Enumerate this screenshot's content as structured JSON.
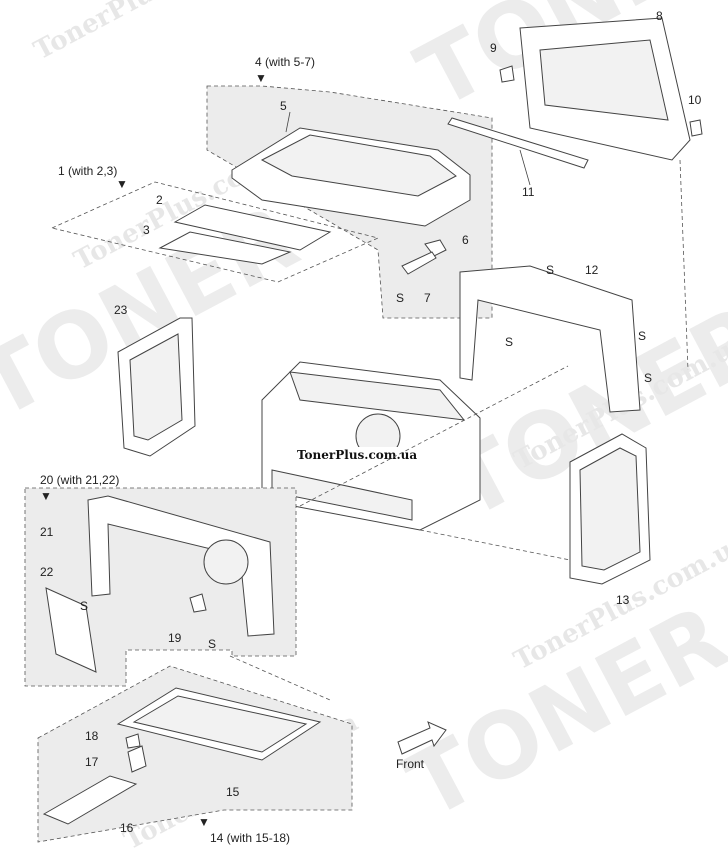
{
  "watermark": {
    "brand": "TonerPlus.com.ua",
    "logo_word": "TONER"
  },
  "site_label": "TonerPlus.com.ua",
  "assemblies": [
    {
      "id": "a1",
      "text": "1 (with 2,3)"
    },
    {
      "id": "a4",
      "text": "4 (with 5-7)"
    },
    {
      "id": "a14",
      "text": "14 (with 15-18)"
    },
    {
      "id": "a20",
      "text": "20 (with 21,22)"
    }
  ],
  "callouts": [
    "2",
    "3",
    "5",
    "6",
    "7",
    "8",
    "9",
    "10",
    "11",
    "12",
    "13",
    "15",
    "16",
    "17",
    "18",
    "19",
    "21",
    "22",
    "23"
  ],
  "screw_mark": "S",
  "front_label": "Front"
}
